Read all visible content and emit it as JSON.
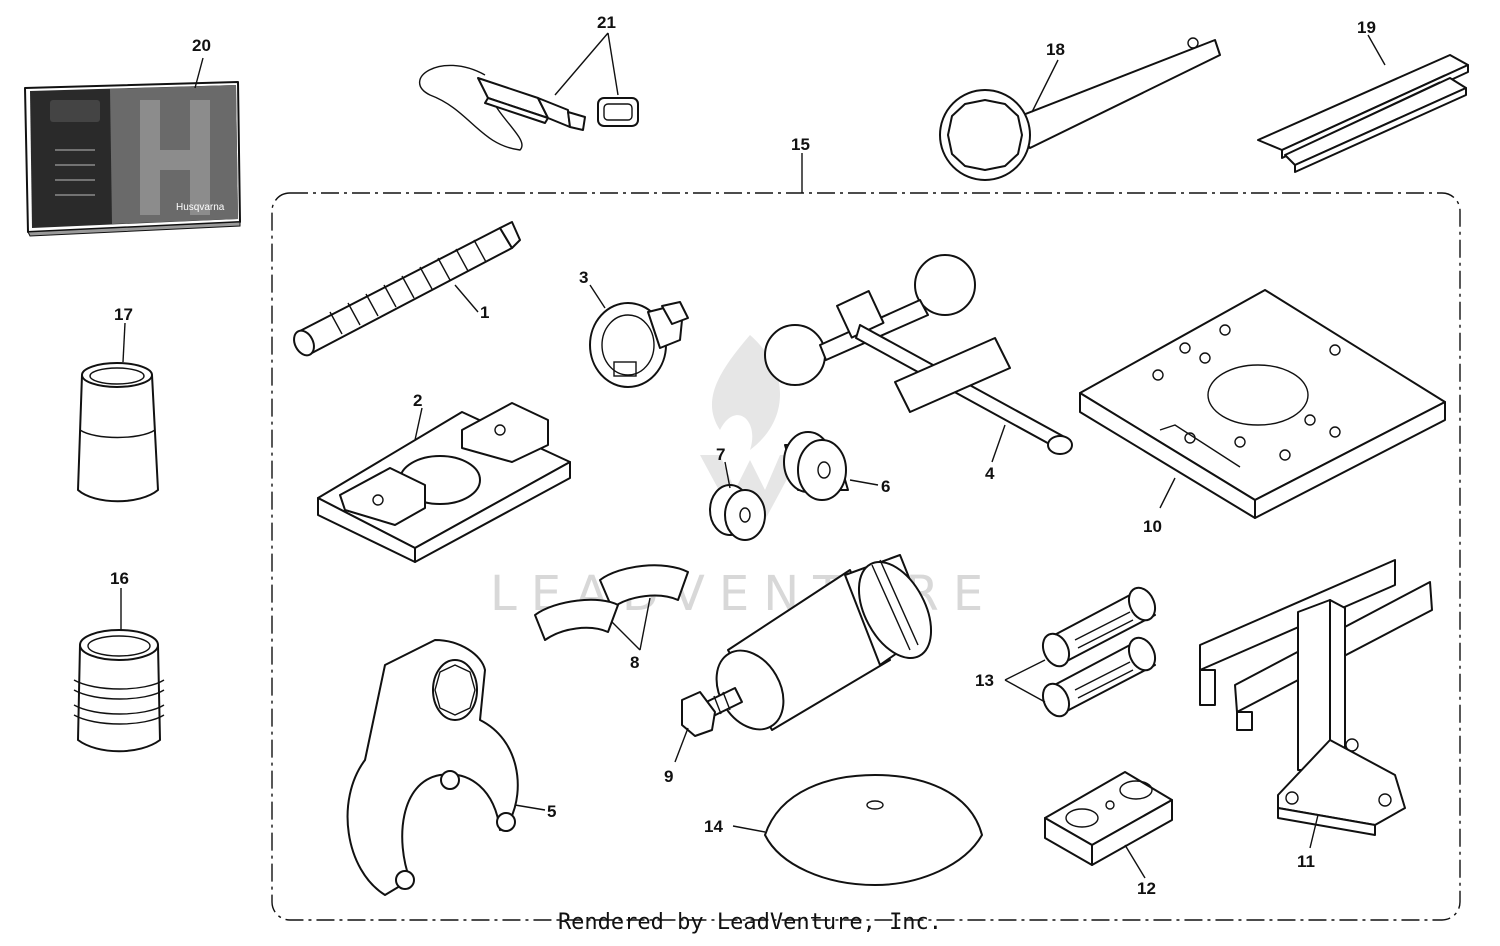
{
  "footer": "Rendered by LeadVenture, Inc.",
  "watermark": "LEADVENTURE",
  "manual_brand": "Husqvarna",
  "labels": {
    "p1": "1",
    "p2": "2",
    "p3": "3",
    "p4": "4",
    "p5": "5",
    "p6": "6",
    "p7": "7",
    "p8": "8",
    "p9": "9",
    "p10": "10",
    "p11": "11",
    "p12": "12",
    "p13": "13",
    "p14": "14",
    "p15": "15",
    "p16": "16",
    "p17": "17",
    "p18": "18",
    "p19": "19",
    "p20": "20",
    "p21": "21"
  }
}
